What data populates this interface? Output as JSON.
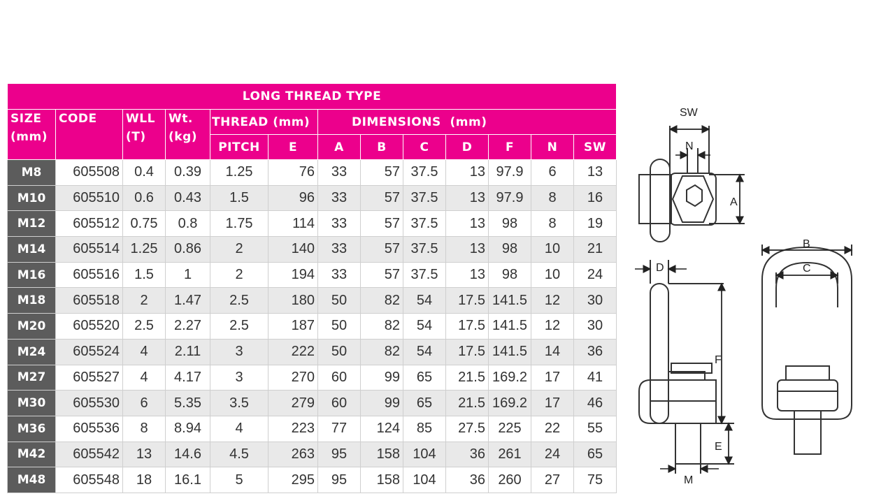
{
  "table": {
    "title": "LONG THREAD TYPE",
    "headers": {
      "size": "SIZE (mm)",
      "code": "CODE",
      "wll": "WLL (T)",
      "wt": "Wt. (kg)",
      "thread": "THREAD (mm)",
      "dimensions": "DIMENSIONS  (mm)",
      "sub": [
        "PITCH",
        "E",
        "A",
        "B",
        "C",
        "D",
        "F",
        "N",
        "SW"
      ]
    },
    "rows": [
      [
        "M8",
        "605508",
        "0.4",
        "0.39",
        "1.25",
        "76",
        "33",
        "57",
        "37.5",
        "13",
        "97.9",
        "6",
        "13"
      ],
      [
        "M10",
        "605510",
        "0.6",
        "0.43",
        "1.5",
        "96",
        "33",
        "57",
        "37.5",
        "13",
        "97.9",
        "8",
        "16"
      ],
      [
        "M12",
        "605512",
        "0.75",
        "0.8",
        "1.75",
        "114",
        "33",
        "57",
        "37.5",
        "13",
        "98",
        "8",
        "19"
      ],
      [
        "M14",
        "605514",
        "1.25",
        "0.86",
        "2",
        "140",
        "33",
        "57",
        "37.5",
        "13",
        "98",
        "10",
        "21"
      ],
      [
        "M16",
        "605516",
        "1.5",
        "1",
        "2",
        "194",
        "33",
        "57",
        "37.5",
        "13",
        "98",
        "10",
        "24"
      ],
      [
        "M18",
        "605518",
        "2",
        "1.47",
        "2.5",
        "180",
        "50",
        "82",
        "54",
        "17.5",
        "141.5",
        "12",
        "30"
      ],
      [
        "M20",
        "605520",
        "2.5",
        "2.27",
        "2.5",
        "187",
        "50",
        "82",
        "54",
        "17.5",
        "141.5",
        "12",
        "30"
      ],
      [
        "M24",
        "605524",
        "4",
        "2.11",
        "3",
        "222",
        "50",
        "82",
        "54",
        "17.5",
        "141.5",
        "14",
        "36"
      ],
      [
        "M27",
        "605527",
        "4",
        "4.17",
        "3",
        "270",
        "60",
        "99",
        "65",
        "21.5",
        "169.2",
        "17",
        "41"
      ],
      [
        "M30",
        "605530",
        "6",
        "5.35",
        "3.5",
        "279",
        "60",
        "99",
        "65",
        "21.5",
        "169.2",
        "17",
        "46"
      ],
      [
        "M36",
        "605536",
        "8",
        "8.94",
        "4",
        "223",
        "77",
        "124",
        "85",
        "27.5",
        "225",
        "22",
        "55"
      ],
      [
        "M42",
        "605542",
        "13",
        "14.6",
        "4.5",
        "263",
        "95",
        "158",
        "104",
        "36",
        "261",
        "24",
        "65"
      ],
      [
        "M48",
        "605548",
        "18",
        "16.1",
        "5",
        "295",
        "95",
        "158",
        "104",
        "36",
        "260",
        "27",
        "75"
      ]
    ]
  },
  "diagram": {
    "labels": {
      "sw": "SW",
      "n": "N",
      "a": "A",
      "b": "B",
      "c": "C",
      "d": "D",
      "f": "F",
      "e": "E",
      "m": "M"
    }
  },
  "colors": {
    "header": "#ec008c",
    "size_cell": "#5c5c5c",
    "row_alt": "#e9e9e9"
  }
}
